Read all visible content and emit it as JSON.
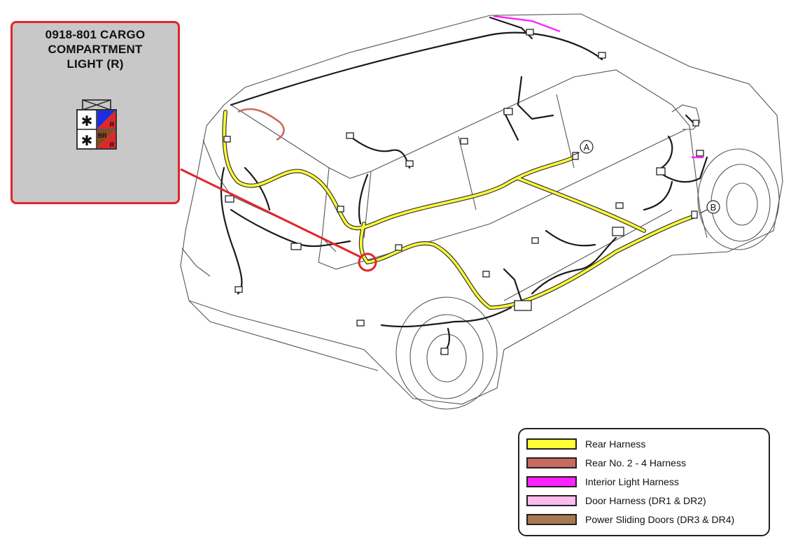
{
  "callout": {
    "title_lines": [
      "0918-801 CARGO",
      "COMPARTMENT",
      "LIGHT (R)"
    ],
    "connector_pins": [
      {
        "symbol": "✱",
        "wire": "",
        "color": "#1a2ee0"
      },
      {
        "symbol": "✱",
        "wire": "BR",
        "color": "#8b4a1e"
      }
    ],
    "pin_marks": [
      "R",
      "R"
    ]
  },
  "markers": [
    "A",
    "B"
  ],
  "legend": {
    "items": [
      {
        "label": "Rear Harness",
        "color": "#ffff33"
      },
      {
        "label": "Rear No. 2 - 4 Harness",
        "color": "#c96a60"
      },
      {
        "label": "Interior Light Harness",
        "color": "#ff22ff"
      },
      {
        "label": "Door Harness (DR1 & DR2)",
        "color": "#ffbbee"
      },
      {
        "label": "Power Sliding Doors (DR3 & DR4)",
        "color": "#a87850"
      }
    ]
  },
  "colors": {
    "callout_border": "#e0262a",
    "leader_line": "#e0262a",
    "wire_black": "#1a1a1a",
    "rear_harness": "#ffff33",
    "rear_no2_harness": "#c96a60",
    "interior_light_harness": "#ff22ff"
  }
}
